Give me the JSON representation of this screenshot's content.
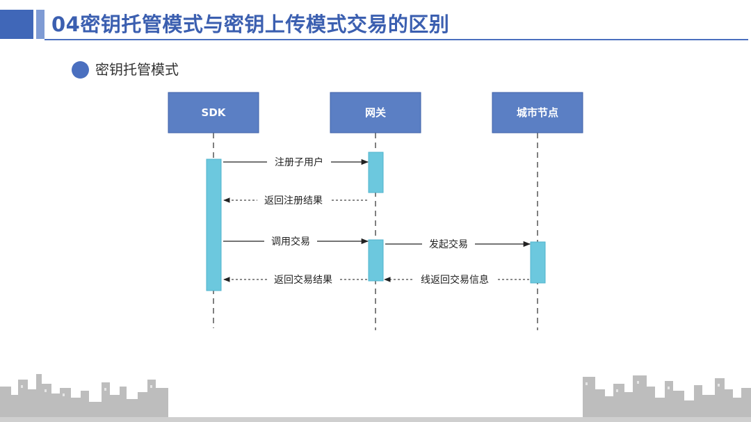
{
  "title": "04密钥托管模式与密钥上传模式交易的区别",
  "subtitle": "密钥托管模式",
  "colors": {
    "brand_blue": "#4a6fbf",
    "actor_box": "#5b7fc4",
    "activation": "#6cc8de",
    "skyline": "#b9b9b9"
  },
  "diagram": {
    "actors": [
      "SDK",
      "网关",
      "城市节点"
    ],
    "messages": {
      "register_user": "注册子用户",
      "register_result": "返回注册结果",
      "invoke_tx": "调用交易",
      "initiate_tx": "发起交易",
      "tx_result": "返回交易结果",
      "tx_info": "线返回交易信息"
    }
  }
}
